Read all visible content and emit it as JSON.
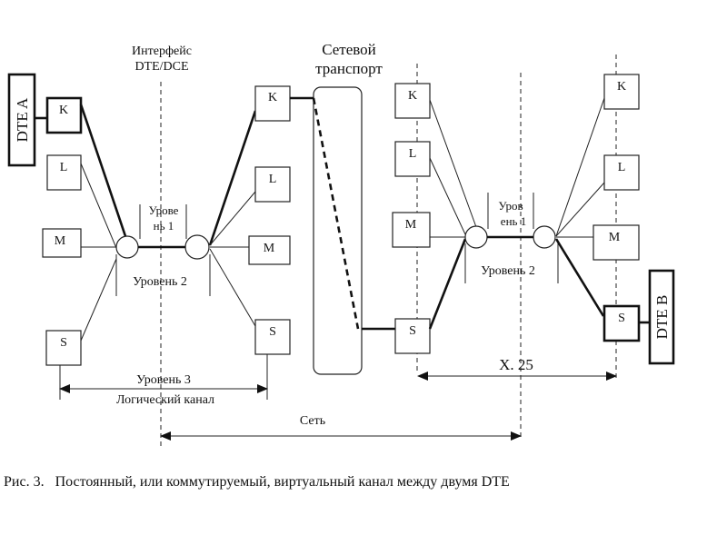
{
  "figure": {
    "caption": "Рис. 3.   Постоянный, или коммутируемый, виртуальный канал между двумя DTE",
    "interface_label_line1": "Интерфейс",
    "interface_label_line2": "DTE/DCE",
    "transport_label_line1": "Сетевой",
    "transport_label_line2": "транспорт",
    "dte_a": "DTE  A",
    "dte_b": "DTE  B",
    "left_group": {
      "boxes": [
        "K",
        "L",
        "M",
        "S"
      ],
      "level1_line1": "Урове",
      "level1_line2": "нь 1",
      "level2": "Уровень 2"
    },
    "left_dce_boxes": [
      "K",
      "L",
      "M",
      "S"
    ],
    "right_dce_boxes": [
      "K",
      "L",
      "M",
      "S"
    ],
    "right_group": {
      "boxes": [
        "K",
        "L",
        "M",
        "S"
      ],
      "level1_line1": "Уров",
      "level1_line2": "ень 1",
      "level2": "Уровень 2"
    },
    "dimensions": {
      "level3_line1": "Уровень 3",
      "level3_line2": "Логический канал",
      "x25": "X. 25",
      "network": "Сеть"
    }
  }
}
